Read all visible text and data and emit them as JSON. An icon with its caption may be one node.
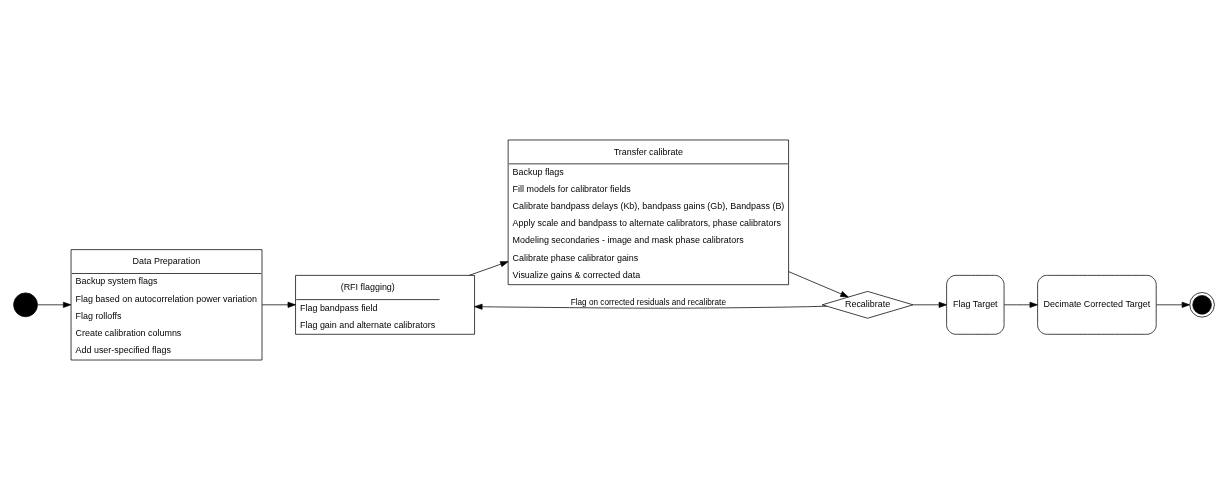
{
  "diagram": {
    "nodes": [
      {
        "text": [],
        "shape": "circle"
      },
      {
        "text": [
          "Data Preparation",
          "Backup system flags",
          "Flag based on autocorrelation power variation",
          "Flag rolloffs",
          "Create calibration columns",
          "Add user-specified flags"
        ]
      },
      {
        "text": [
          "(RFI flagging)",
          "Flag bandpass field",
          "Flag gain and alternate calibrators"
        ]
      },
      {
        "text": [
          "Transfer calibrate",
          "Backup flags",
          "Fill models for calibrator fields",
          "Calibrate bandpass delays (Kb), bandpass gains (Gb), Bandpass (B)",
          "Apply scale and bandpass to alternate calibrators, phase calibrators",
          "Modeling secondaries - image and mask phase calibrators",
          "Calibrate phase calibrator gains",
          "Visualize gains & corrected data"
        ]
      },
      {
        "text": [
          "Recalibrate"
        ]
      },
      {
        "text": [
          "Flag Target"
        ]
      },
      {
        "text": [
          "Decimate Corrected Target"
        ]
      },
      {
        "text": [],
        "shape": "circle"
      }
    ],
    "edges": [
      {
        "from": 0,
        "to": 1,
        "arrow": "to"
      },
      {
        "from": 1,
        "to": 2,
        "arrow": "to"
      },
      {
        "from": 2,
        "to": 3,
        "arrow": "to"
      },
      {
        "from": 3,
        "to": 4,
        "arrow": "to"
      },
      {
        "from": 4,
        "to": 2,
        "arrow": "to",
        "label": "Flag on corrected residuals and recalibrate"
      },
      {
        "from": 4,
        "to": 5,
        "arrow": "to"
      },
      {
        "from": 5,
        "to": 6,
        "arrow": "to"
      },
      {
        "from": 6,
        "to": 7,
        "arrow": "to"
      }
    ]
  }
}
